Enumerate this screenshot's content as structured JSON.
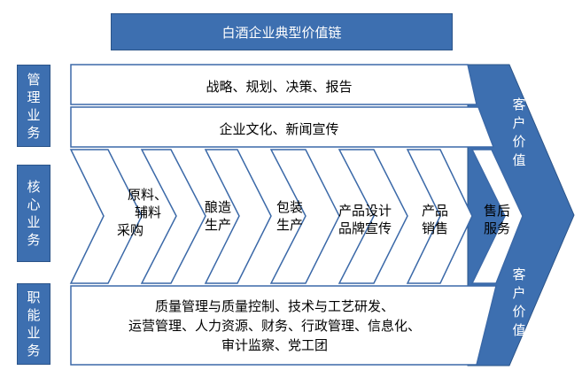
{
  "title": "白酒企业典型价值链",
  "side_labels": {
    "management": "管理业务",
    "core": "核心业务",
    "functional": "职能业务"
  },
  "management_rows": [
    "战略、规划、决策、报告",
    "企业文化、新闻宣传"
  ],
  "core_steps": [
    [
      "原料、",
      "辅料",
      "采购"
    ],
    [
      "酿造",
      "生产"
    ],
    [
      "包装",
      "生产"
    ],
    [
      "产品设计",
      "品牌宣传"
    ],
    [
      "产品",
      "销售"
    ],
    [
      "售后",
      "服务"
    ]
  ],
  "functional_lines": [
    "质量管理与质量控制、技术与工艺研发、",
    "运营管理、人力资源、财务、行政管理、信息化、",
    "审计监察、党工团"
  ],
  "customer_value": "客户价值",
  "colors": {
    "blue": "#3d6fb0",
    "blue_dark": "#2b5489",
    "outline": "#3b69a8",
    "text_on_blue": "#ffffff"
  }
}
